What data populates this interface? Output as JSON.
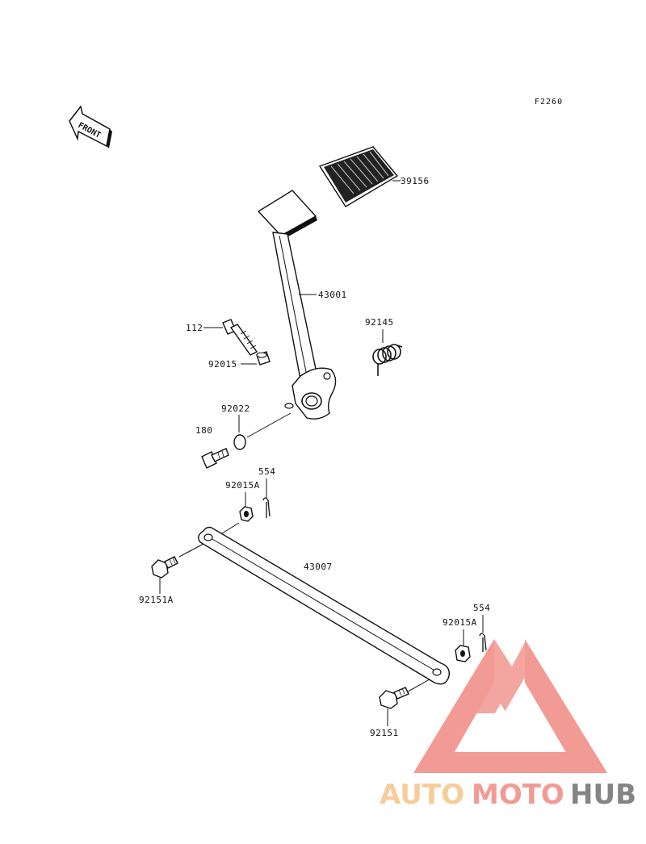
{
  "diagram": {
    "figure_code": "F2260",
    "front_label": "FRONT",
    "parts": [
      {
        "id": "pedal-pad",
        "number": "39156"
      },
      {
        "id": "brake-pedal",
        "number": "43001"
      },
      {
        "id": "return-spring",
        "number": "92145"
      },
      {
        "id": "pivot-bolt",
        "number": "112"
      },
      {
        "id": "pivot-collar",
        "number": "92015"
      },
      {
        "id": "washer",
        "number": "92022"
      },
      {
        "id": "bolt-180",
        "number": "180"
      },
      {
        "id": "cotter-pin-upper",
        "number": "554"
      },
      {
        "id": "nut-upper",
        "number": "92015A"
      },
      {
        "id": "brake-rod",
        "number": "43007"
      },
      {
        "id": "bolt-left",
        "number": "92151A"
      },
      {
        "id": "cotter-pin-lower",
        "number": "554"
      },
      {
        "id": "nut-lower",
        "number": "92015A"
      },
      {
        "id": "bolt-lower",
        "number": "92151"
      }
    ]
  },
  "watermark": {
    "word_auto": "AUTO",
    "word_moto": "MOTO",
    "word_hub": "HUB",
    "colors": {
      "auto": "#f5c48a",
      "moto": "#ef8a82",
      "hub": "#6f6f6f",
      "triangle": "#ef8a82"
    }
  }
}
